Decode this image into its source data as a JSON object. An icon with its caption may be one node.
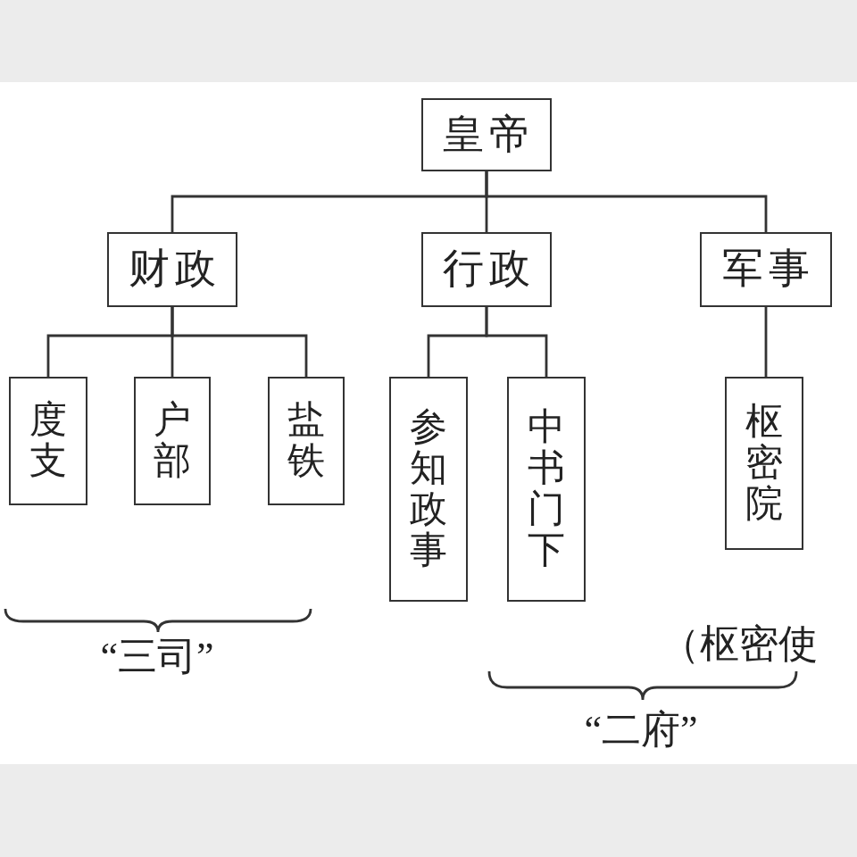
{
  "diagram": {
    "nodes": [
      {
        "text": [
          "皇帝"
        ]
      },
      {
        "text": [
          "财政"
        ]
      },
      {
        "text": [
          "行政"
        ]
      },
      {
        "text": [
          "军事"
        ]
      },
      {
        "text": [
          "度支"
        ]
      },
      {
        "text": [
          "户部"
        ]
      },
      {
        "text": [
          "盐铁"
        ]
      },
      {
        "text": [
          "参知政事"
        ]
      },
      {
        "text": [
          "中书门下"
        ]
      },
      {
        "text": [
          "枢密院"
        ]
      }
    ],
    "edges": [
      {
        "from": 0,
        "to": 1,
        "arrow": "none"
      },
      {
        "from": 0,
        "to": 2,
        "arrow": "none"
      },
      {
        "from": 0,
        "to": 3,
        "arrow": "none"
      },
      {
        "from": 1,
        "to": 4,
        "arrow": "none"
      },
      {
        "from": 1,
        "to": 5,
        "arrow": "none"
      },
      {
        "from": 1,
        "to": 6,
        "arrow": "none"
      },
      {
        "from": 2,
        "to": 7,
        "arrow": "none"
      },
      {
        "from": 2,
        "to": 8,
        "arrow": "none"
      },
      {
        "from": 3,
        "to": 9,
        "arrow": "none"
      }
    ],
    "labels": [
      "“三司”",
      "（枢密使",
      "“二府”"
    ]
  }
}
